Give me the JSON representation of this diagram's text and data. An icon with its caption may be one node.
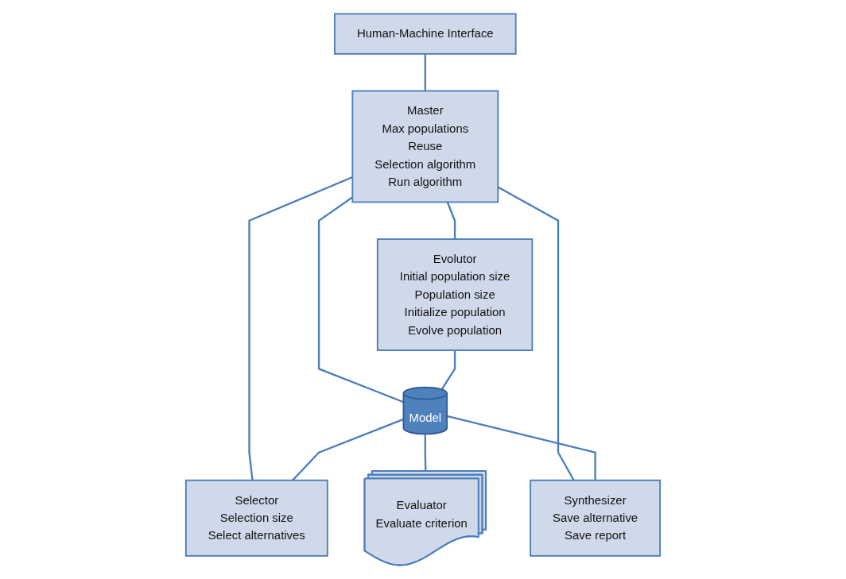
{
  "diagram": {
    "nodes": [
      {
        "text": [
          "Human-Machine Interface"
        ]
      },
      {
        "text": [
          "Master",
          "Max populations",
          "Reuse",
          "Selection algorithm",
          "Run algorithm"
        ]
      },
      {
        "text": [
          "Evolutor",
          "Initial population size",
          "Population size",
          "Initialize population",
          "Evolve population"
        ]
      },
      {
        "text": [
          "Model"
        ]
      },
      {
        "text": [
          "Selector",
          "Selection size",
          "Select alternatives"
        ]
      },
      {
        "text": [
          "Evaluator",
          "Evaluate criterion"
        ]
      },
      {
        "text": [
          "Synthesizer",
          "Save alternative",
          "Save report"
        ]
      }
    ],
    "edges": [
      {
        "from": 0,
        "to": 1,
        "arrow": "none"
      },
      {
        "from": 1,
        "to": 2,
        "arrow": "none"
      },
      {
        "from": 1,
        "to": 4,
        "arrow": "none"
      },
      {
        "from": 1,
        "to": 3,
        "arrow": "none"
      },
      {
        "from": 1,
        "to": 6,
        "arrow": "none"
      },
      {
        "from": 2,
        "to": 3,
        "arrow": "none"
      },
      {
        "from": 3,
        "to": 4,
        "arrow": "none"
      },
      {
        "from": 3,
        "to": 5,
        "arrow": "none"
      },
      {
        "from": 3,
        "to": 6,
        "arrow": "none"
      }
    ]
  }
}
